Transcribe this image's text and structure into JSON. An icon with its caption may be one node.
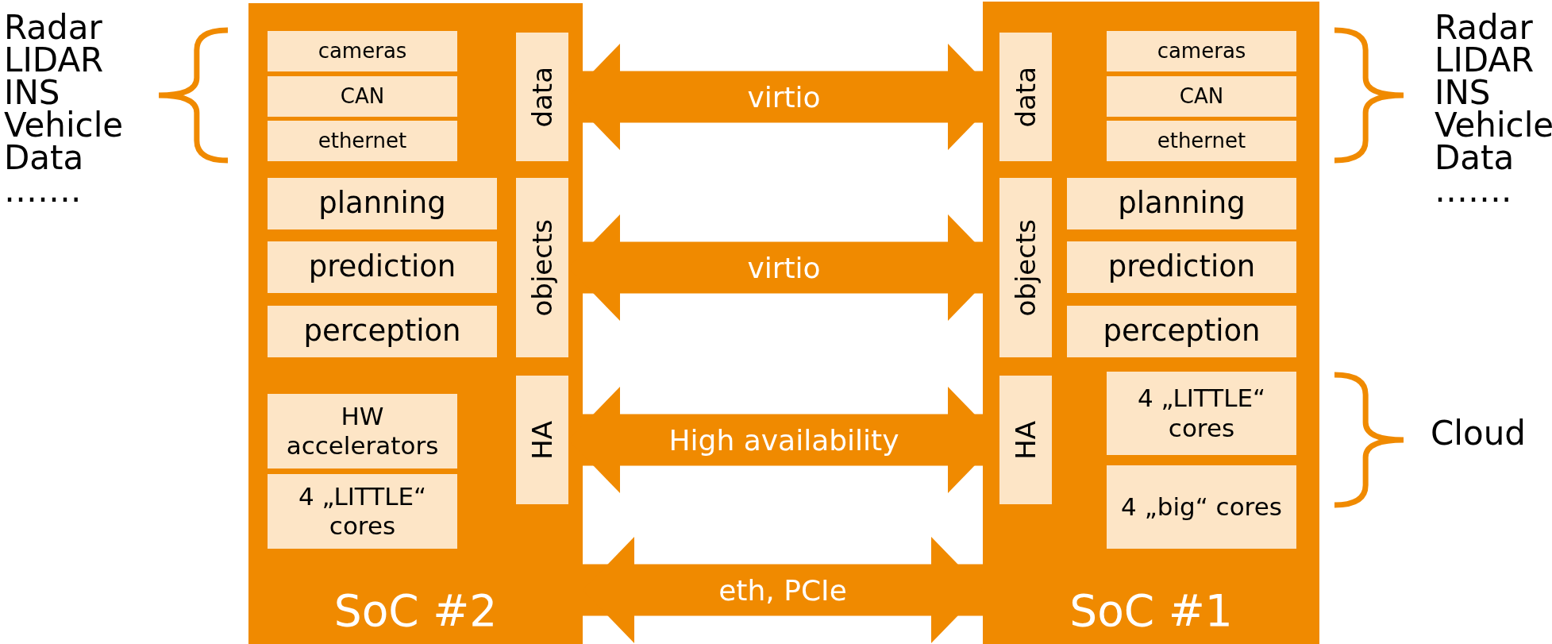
{
  "diagram": {
    "nodes": [
      {
        "text": [
          "SoC #2"
        ]
      },
      {
        "text": [
          "cameras"
        ],
        "in": 0
      },
      {
        "text": [
          "CAN"
        ],
        "in": 0
      },
      {
        "text": [
          "ethernet"
        ],
        "in": 0
      },
      {
        "text": [
          "data"
        ],
        "in": 0
      },
      {
        "text": [
          "planning"
        ],
        "in": 0
      },
      {
        "text": [
          "prediction"
        ],
        "in": 0
      },
      {
        "text": [
          "perception"
        ],
        "in": 0
      },
      {
        "text": [
          "objects"
        ],
        "in": 0
      },
      {
        "text": [
          "HW accelerators"
        ],
        "in": 0
      },
      {
        "text": [
          "4 „LITTLE“ cores"
        ],
        "in": 0
      },
      {
        "text": [
          "HA"
        ],
        "in": 0
      },
      {
        "text": [
          "SoC #1"
        ]
      },
      {
        "text": [
          "data"
        ],
        "in": 12
      },
      {
        "text": [
          "cameras"
        ],
        "in": 12
      },
      {
        "text": [
          "CAN"
        ],
        "in": 12
      },
      {
        "text": [
          "ethernet"
        ],
        "in": 12
      },
      {
        "text": [
          "objects"
        ],
        "in": 12
      },
      {
        "text": [
          "planning"
        ],
        "in": 12
      },
      {
        "text": [
          "prediction"
        ],
        "in": 12
      },
      {
        "text": [
          "perception"
        ],
        "in": 12
      },
      {
        "text": [
          "HA"
        ],
        "in": 12
      },
      {
        "text": [
          "4 „LITTLE“ cores"
        ],
        "in": 12
      },
      {
        "text": [
          "4 „big“ cores"
        ],
        "in": 12
      }
    ],
    "edges": [
      {
        "from": 4,
        "to": 13,
        "arrow": "both",
        "label": "virtio"
      },
      {
        "from": 8,
        "to": 17,
        "arrow": "both",
        "label": "virtio"
      },
      {
        "from": 11,
        "to": 21,
        "arrow": "both",
        "label": "High availability"
      },
      {
        "from": 0,
        "to": 12,
        "arrow": "both",
        "label": "eth, PCIe"
      }
    ],
    "labels": [
      "Radar",
      "LIDAR",
      "INS",
      "Vehicle",
      "Data",
      "…….",
      "Radar",
      "LIDAR",
      "INS",
      "Vehicle",
      "Data",
      "…….",
      "Cloud"
    ]
  }
}
